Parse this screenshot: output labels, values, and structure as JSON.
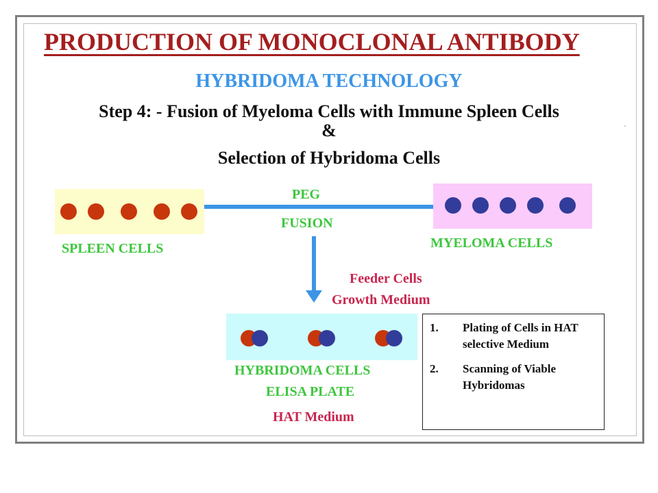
{
  "title": "PRODUCTION OF MONOCLONAL ANTIBODY",
  "subtitle": "HYBRIDOMA TECHNOLOGY",
  "step": {
    "line1": "Step 4: - Fusion of Myeloma Cells with Immune Spleen Cells",
    "line2": "&",
    "line3": "Selection of Hybridoma Cells"
  },
  "labels": {
    "peg": "PEG",
    "fusion": "FUSION",
    "spleen": "SPLEEN CELLS",
    "myeloma": "MYELOMA CELLS",
    "feeder": "Feeder Cells",
    "growth": "Growth Medium",
    "hybridoma": "HYBRIDOMA CELLS",
    "elisa": "ELISA PLATE",
    "hat": "HAT Medium"
  },
  "notes": [
    {
      "num": "1.",
      "text": "Plating of Cells in HAT selective Medium"
    },
    {
      "num": "2.",
      "text": "Scanning of Viable Hybridomas"
    }
  ],
  "colors": {
    "title": "#a41e1e",
    "accent_blue": "#3d95e6",
    "label_green": "#3ec63e",
    "label_maroon": "#c8264e",
    "spleen_cell": "#c8360c",
    "myeloma_cell": "#323c9a",
    "spleen_bg": "#fdfccb",
    "myeloma_bg": "#fbcbfb",
    "hybridoma_bg": "#cbfbfd"
  }
}
